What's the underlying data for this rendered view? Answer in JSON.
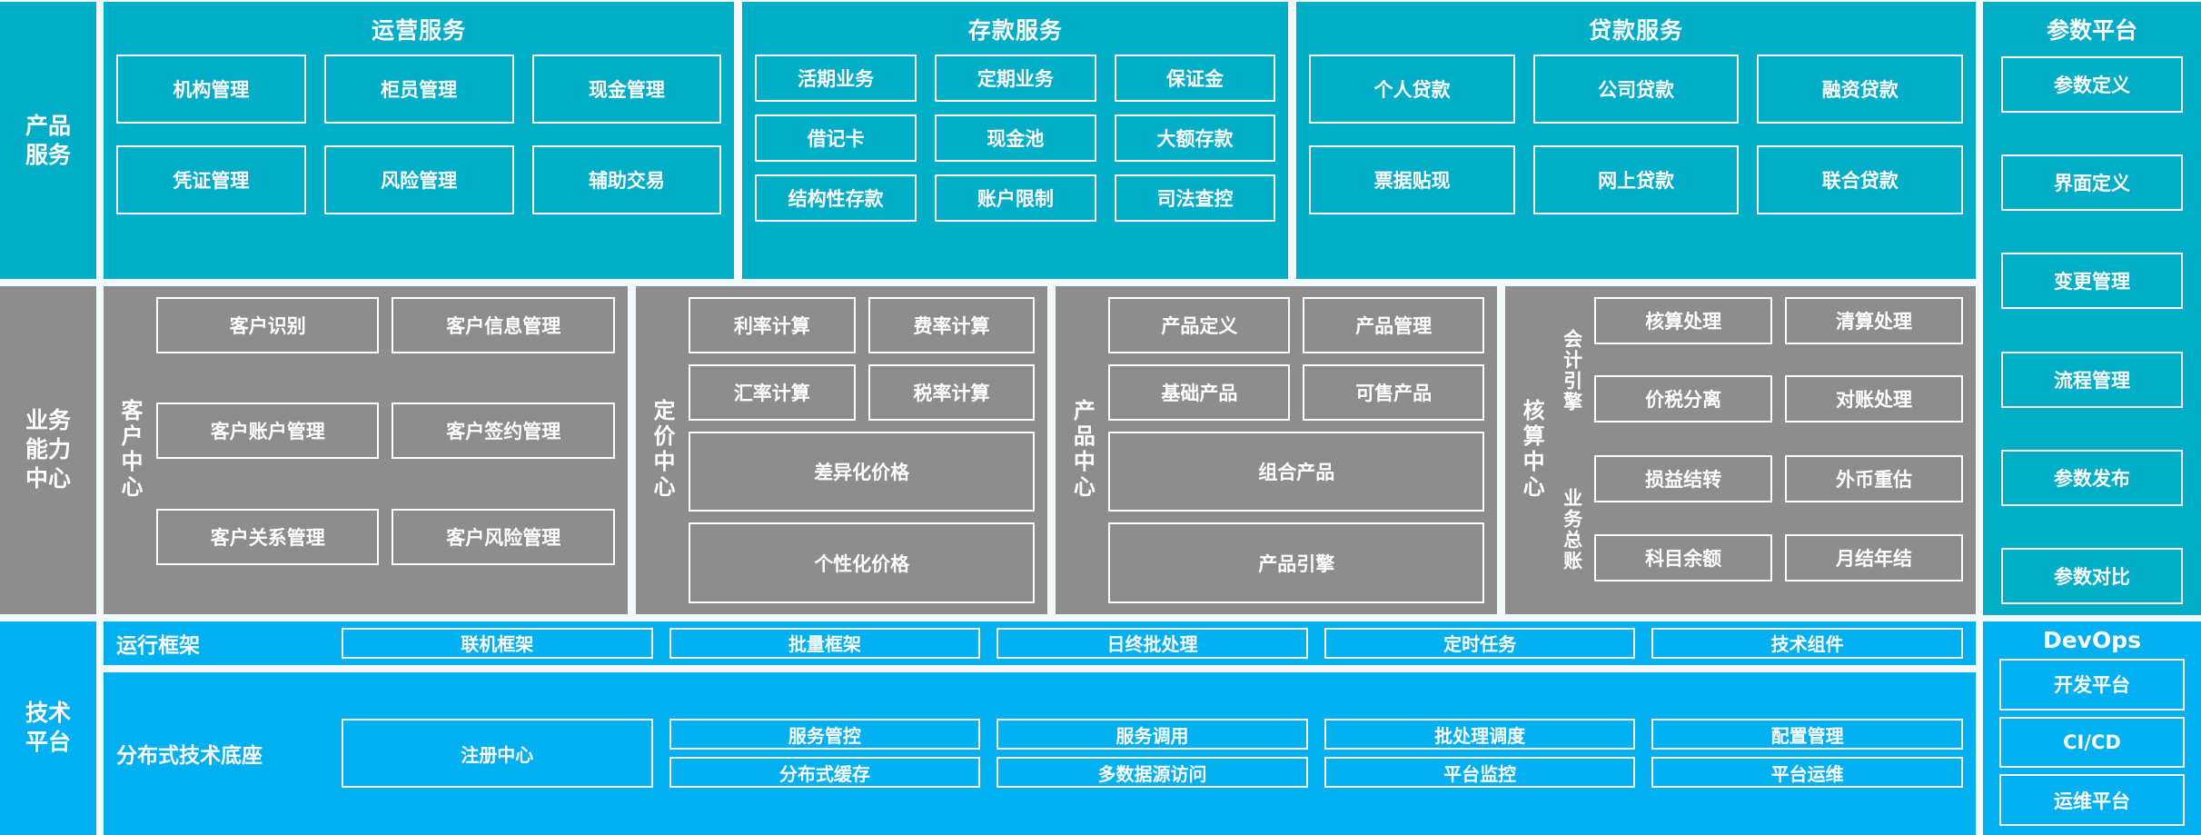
{
  "colors": {
    "teal": "#00aec7",
    "gray": "#8d8d8d",
    "blue": "#00b0f0",
    "background": "#f2fafd",
    "text": "#ffffff"
  },
  "rows": {
    "product_services": {
      "rail_label": "产品\n服务"
    },
    "business_capability": {
      "rail_label": "业务\n能力\n中心"
    },
    "technical_platform": {
      "rail_label": "技术\n平台"
    }
  },
  "product_services": {
    "rail": "产品 服务",
    "rail_line1": "产品",
    "rail_line2": "服务",
    "panels": [
      {
        "title": "运营服务",
        "items": [
          "机构管理",
          "柜员管理",
          "现金管理",
          "凭证管理",
          "风险管理",
          "辅助交易"
        ]
      },
      {
        "title": "存款服务",
        "items": [
          "活期业务",
          "定期业务",
          "保证金",
          "借记卡",
          "现金池",
          "大额存款",
          "结构性存款",
          "账户限制",
          "司法查控"
        ]
      },
      {
        "title": "贷款服务",
        "items": [
          "个人贷款",
          "公司贷款",
          "融资贷款",
          "票据贴现",
          "网上贷款",
          "联合贷款"
        ]
      }
    ]
  },
  "business_capability": {
    "rail_line1": "业务",
    "rail_line2": "能力",
    "rail_line3": "中心",
    "centers": [
      {
        "label": "客户中心",
        "grid_items": [
          "客户识别",
          "客户信息管理",
          "客户账户管理",
          "客户签约管理",
          "客户关系管理",
          "客户风险管理"
        ],
        "wide_items": []
      },
      {
        "label": "定价中心",
        "grid_items": [
          "利率计算",
          "费率计算",
          "汇率计算",
          "税率计算"
        ],
        "wide_items": [
          "差异化价格",
          "个性化价格"
        ]
      },
      {
        "label": "产品中心",
        "grid_items": [
          "产品定义",
          "产品管理",
          "基础产品",
          "可售产品"
        ],
        "wide_items": [
          "组合产品",
          "产品引擎"
        ]
      },
      {
        "label": "核算中心",
        "subgroups": [
          {
            "label": "会计引擎",
            "items": [
              "核算处理",
              "清算处理",
              "价税分离",
              "对账处理"
            ]
          },
          {
            "label": "业务总账",
            "items": [
              "损益结转",
              "外币重估",
              "科目余额",
              "月结年结"
            ]
          }
        ]
      }
    ]
  },
  "technical_platform": {
    "rail_line1": "技术",
    "rail_line2": "平台",
    "strips": [
      {
        "name": "运行框架",
        "layout": "single-row",
        "items": [
          "联机框架",
          "批量框架",
          "日终批处理",
          "定时任务",
          "技术组件"
        ]
      },
      {
        "name": "分布式技术底座",
        "layout": "two-row",
        "first_item": "注册中心",
        "columns": [
          {
            "top": "服务管控",
            "bottom": "分布式缓存"
          },
          {
            "top": "服务调用",
            "bottom": "多数据源访问"
          },
          {
            "top": "批处理调度",
            "bottom": "平台监控"
          },
          {
            "top": "配置管理",
            "bottom": "平台运维"
          }
        ]
      }
    ]
  },
  "parameter_platform": {
    "title": "参数平台",
    "items": [
      "参数定义",
      "界面定义",
      "变更管理",
      "流程管理",
      "参数发布",
      "参数对比"
    ]
  },
  "devops": {
    "title": "DevOps",
    "items": [
      "开发平台",
      "CI/CD",
      "运维平台"
    ]
  }
}
